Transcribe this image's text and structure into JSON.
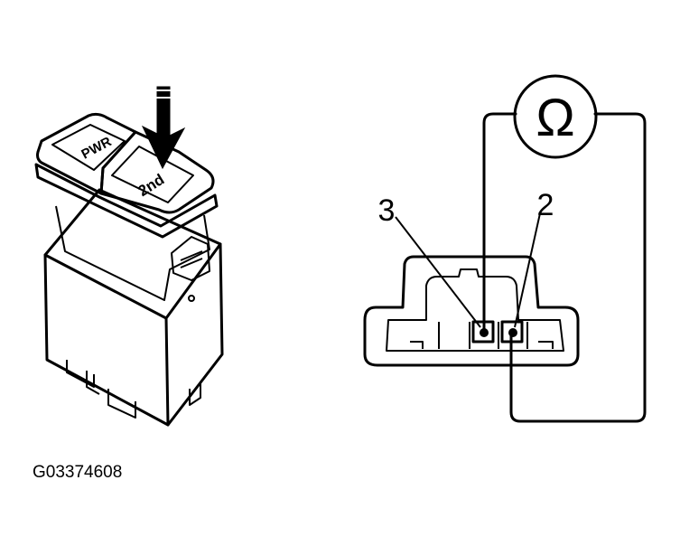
{
  "switch": {
    "pwr_label": "PWR",
    "second_label": "2nd"
  },
  "meter": {
    "symbol": "Ω"
  },
  "connector": {
    "terminal_3": "3",
    "terminal_2": "2"
  },
  "figure_id": "G03374608"
}
